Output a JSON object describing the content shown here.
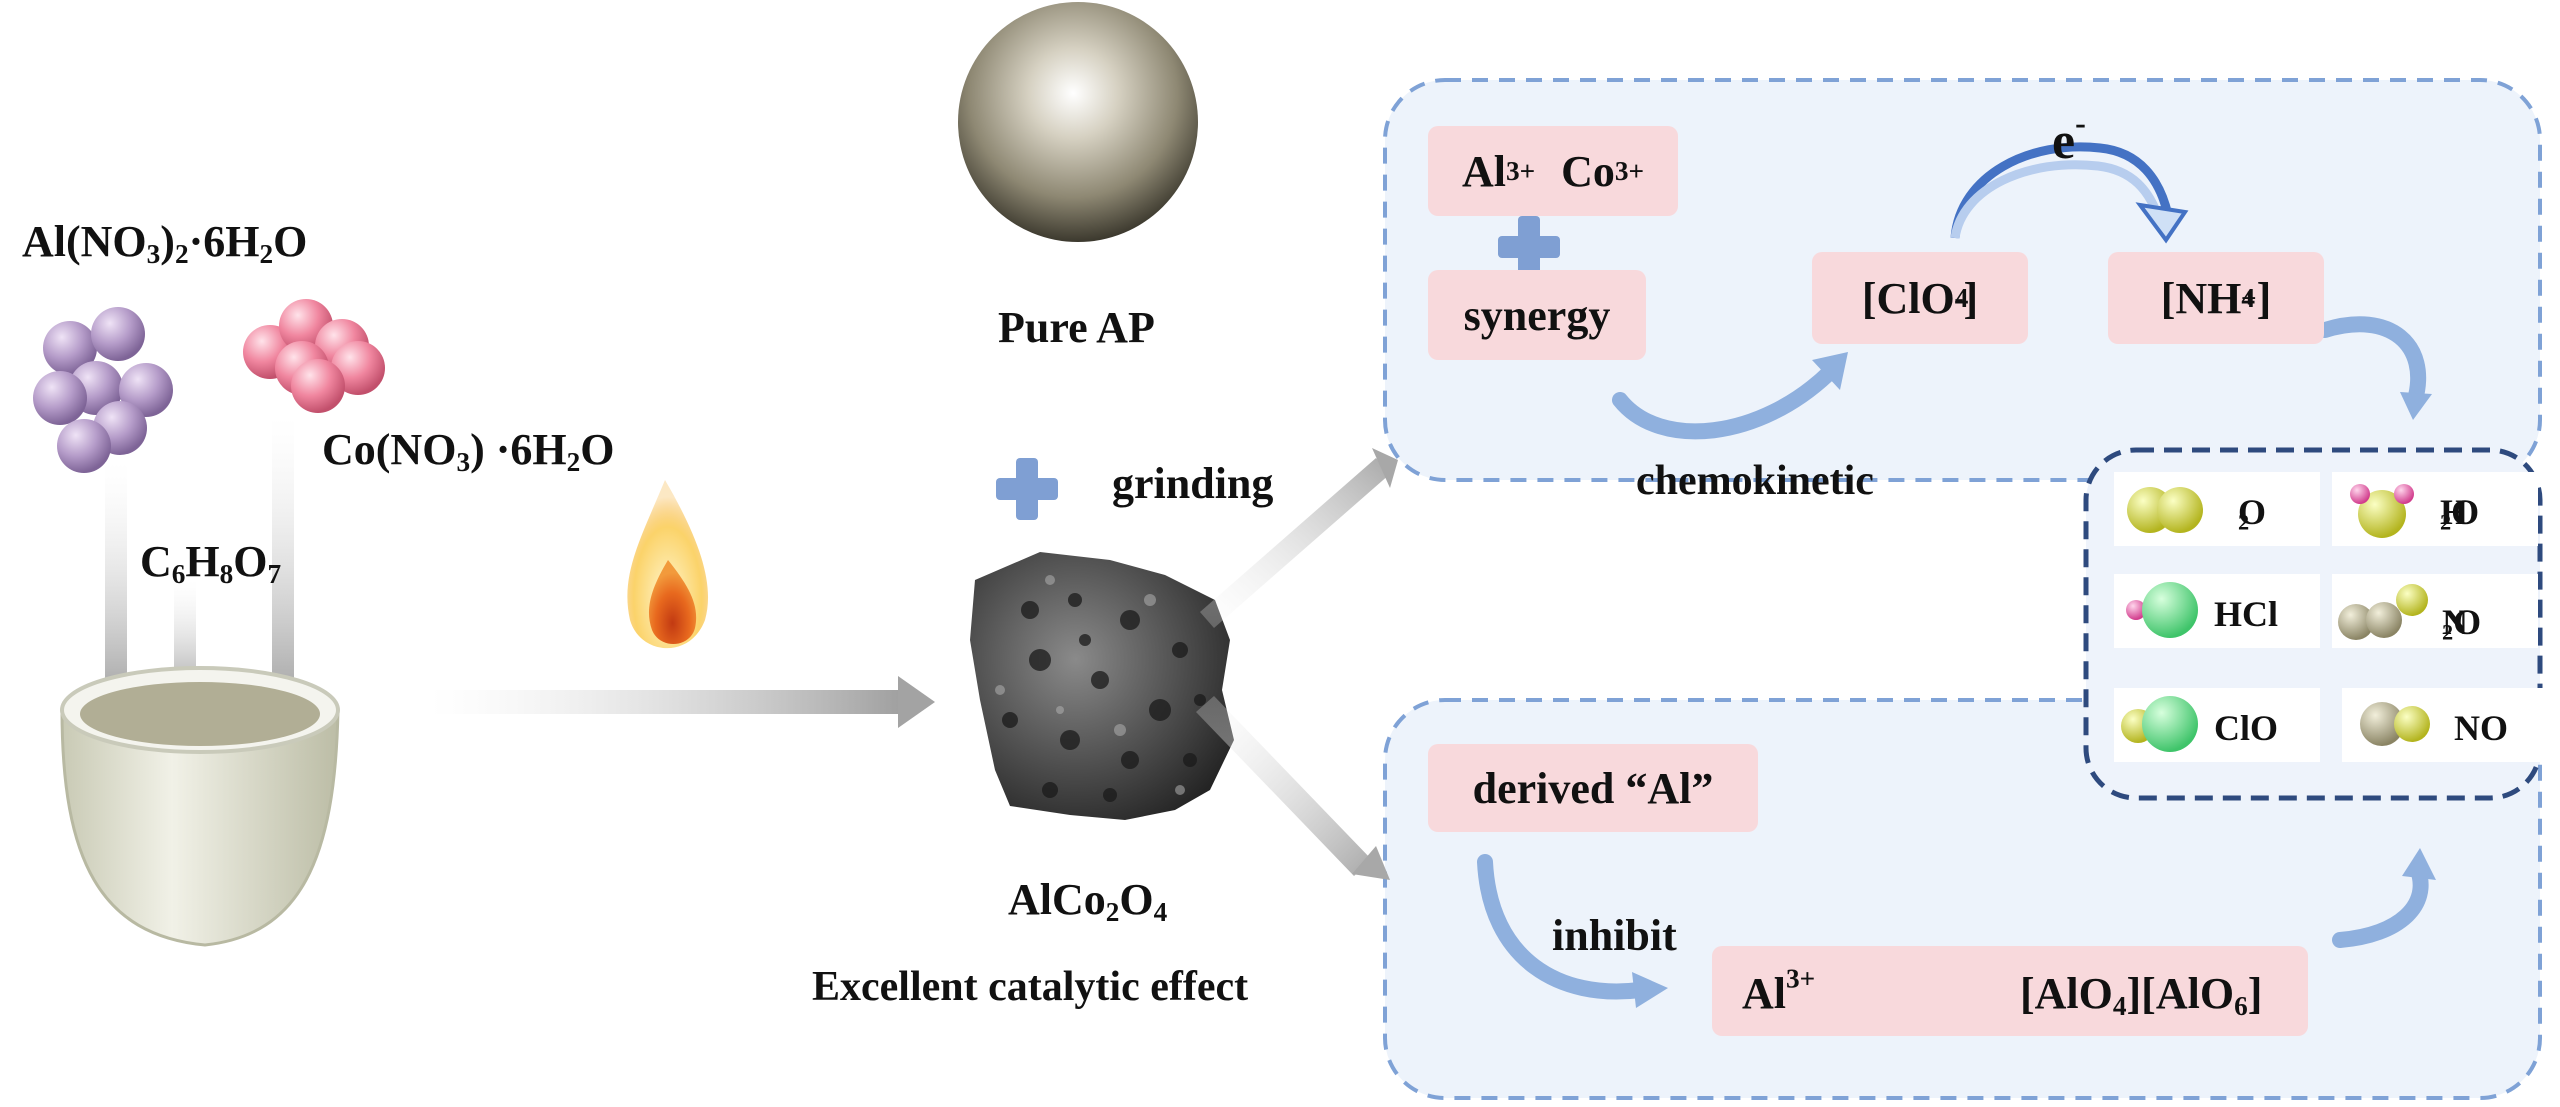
{
  "labels": {
    "reagent_al": [
      "Al(NO",
      "3",
      ")",
      "2",
      "·6H",
      "2",
      "O"
    ],
    "reagent_co": [
      "Co(NO",
      "3",
      ") ·6H",
      "2",
      "O"
    ],
    "citric": [
      "C",
      "6",
      "H",
      "8",
      "O",
      "7"
    ],
    "pure_ap": "Pure AP",
    "grinding": "grinding",
    "product": [
      "AlCo",
      "2",
      "O",
      "4"
    ],
    "effect": "Excellent catalytic effect",
    "chemokinetic": "chemokinetic",
    "electron": [
      "e",
      "-"
    ],
    "inhibit": "inhibit"
  },
  "boxes": {
    "ions": [
      "Al",
      "3+",
      "Co",
      "3+"
    ],
    "synergy": "synergy",
    "clo4": [
      "[ClO",
      "4",
      "-",
      "]"
    ],
    "nh4": [
      "[NH",
      "4",
      "+",
      "]"
    ],
    "derived_al": "derived “Al”",
    "al3": [
      "Al",
      "3+"
    ],
    "aluminates": [
      "[AlO",
      "4",
      "][AlO",
      "6",
      "]"
    ]
  },
  "gases": [
    {
      "id": "o2",
      "label": [
        "O",
        "2"
      ]
    },
    {
      "id": "h2o",
      "label": [
        "H",
        "2",
        "O"
      ]
    },
    {
      "id": "hcl",
      "label": [
        "HCl"
      ]
    },
    {
      "id": "n2o",
      "label": [
        "N",
        "2",
        "O"
      ]
    },
    {
      "id": "clo",
      "label": [
        "ClO"
      ]
    },
    {
      "id": "no",
      "label": [
        "NO"
      ]
    }
  ],
  "colors": {
    "panel_fill": "#edf3fb",
    "panel_border": "#7fa2d6",
    "products_border": "#2e4a7e",
    "box_fill": "#f8d9dc",
    "plus": "#7f9fd3",
    "arrow_blue": "#4472c4",
    "al_ball": "#b39bc8",
    "co_ball": "#f28aa2"
  }
}
